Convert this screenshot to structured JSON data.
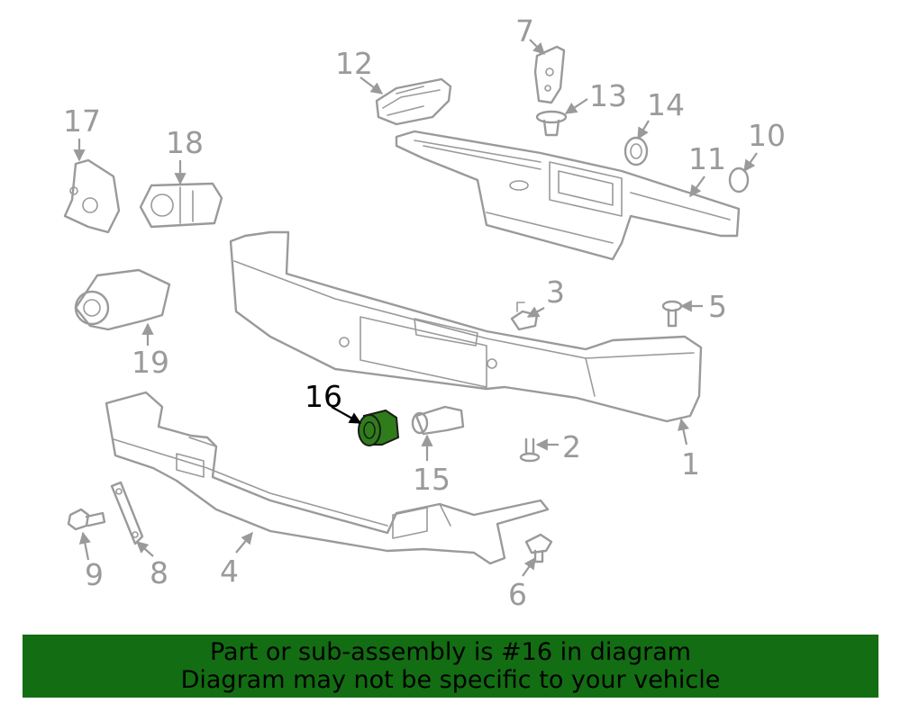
{
  "diagram": {
    "highlight_color": "#2e7d1a",
    "line_color": "#9a9a9a",
    "callouts": [
      {
        "id": "1",
        "label": "1"
      },
      {
        "id": "2",
        "label": "2"
      },
      {
        "id": "3",
        "label": "3"
      },
      {
        "id": "4",
        "label": "4"
      },
      {
        "id": "5",
        "label": "5"
      },
      {
        "id": "6",
        "label": "6"
      },
      {
        "id": "7",
        "label": "7"
      },
      {
        "id": "8",
        "label": "8"
      },
      {
        "id": "9",
        "label": "9"
      },
      {
        "id": "10",
        "label": "10"
      },
      {
        "id": "11",
        "label": "11"
      },
      {
        "id": "12",
        "label": "12"
      },
      {
        "id": "13",
        "label": "13"
      },
      {
        "id": "14",
        "label": "14"
      },
      {
        "id": "15",
        "label": "15"
      },
      {
        "id": "16",
        "label": "16"
      },
      {
        "id": "17",
        "label": "17"
      },
      {
        "id": "18",
        "label": "18"
      },
      {
        "id": "19",
        "label": "19"
      }
    ],
    "highlighted_part": "16"
  },
  "banner": {
    "line1": "Part or sub-assembly is #16 in diagram",
    "line2": "Diagram may not be specific to your vehicle",
    "background": "#136d13"
  }
}
